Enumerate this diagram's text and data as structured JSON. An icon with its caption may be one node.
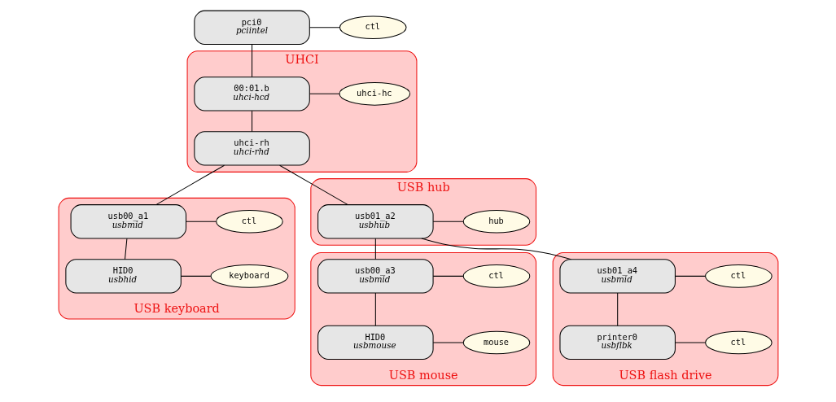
{
  "diagram": {
    "nodes": [
      {
        "text": [
          "pci0",
          "pciintel"
        ]
      },
      {
        "text": [
          "ctl"
        ]
      },
      {
        "text": [
          "UHCI"
        ]
      },
      {
        "text": [
          "00:01.b",
          "uhci-hcd"
        ],
        "in": 2
      },
      {
        "text": [
          "uhci-hc"
        ],
        "in": 2
      },
      {
        "text": [
          "uhci-rh",
          "uhci-rhd"
        ],
        "in": 2
      },
      {
        "text": [
          "USB keyboard"
        ]
      },
      {
        "text": [
          "usb00_a1",
          "usbmid"
        ],
        "in": 6
      },
      {
        "text": [
          "ctl"
        ],
        "in": 6
      },
      {
        "text": [
          "HID0",
          "usbhid"
        ],
        "in": 6
      },
      {
        "text": [
          "keyboard"
        ],
        "in": 6
      },
      {
        "text": [
          "USB hub"
        ]
      },
      {
        "text": [
          "usb01_a2",
          "usbhub"
        ],
        "in": 11
      },
      {
        "text": [
          "hub"
        ],
        "in": 11
      },
      {
        "text": [
          "USB mouse"
        ]
      },
      {
        "text": [
          "usb00_a3",
          "usbmid"
        ],
        "in": 14
      },
      {
        "text": [
          "ctl"
        ],
        "in": 14
      },
      {
        "text": [
          "HID0",
          "usbmouse"
        ],
        "in": 14
      },
      {
        "text": [
          "mouse"
        ],
        "in": 14
      },
      {
        "text": [
          "USB flash drive"
        ]
      },
      {
        "text": [
          "usb01_a4",
          "usbmid"
        ],
        "in": 19
      },
      {
        "text": [
          "ctl"
        ],
        "in": 19
      },
      {
        "text": [
          "printer0",
          "usbflbk"
        ],
        "in": 19
      },
      {
        "text": [
          "ctl"
        ],
        "in": 19
      }
    ],
    "edges": [
      {
        "from": 0,
        "to": 1,
        "arrow": "none"
      },
      {
        "from": 0,
        "to": 3,
        "arrow": "none"
      },
      {
        "from": 3,
        "to": 4,
        "arrow": "none"
      },
      {
        "from": 3,
        "to": 5,
        "arrow": "none"
      },
      {
        "from": 5,
        "to": 7,
        "arrow": "none"
      },
      {
        "from": 5,
        "to": 12,
        "arrow": "none"
      },
      {
        "from": 7,
        "to": 8,
        "arrow": "none"
      },
      {
        "from": 7,
        "to": 9,
        "arrow": "none"
      },
      {
        "from": 9,
        "to": 10,
        "arrow": "none"
      },
      {
        "from": 12,
        "to": 13,
        "arrow": "none"
      },
      {
        "from": 12,
        "to": 15,
        "arrow": "none"
      },
      {
        "from": 12,
        "to": 20,
        "arrow": "none"
      },
      {
        "from": 15,
        "to": 16,
        "arrow": "none"
      },
      {
        "from": 15,
        "to": 17,
        "arrow": "none"
      },
      {
        "from": 17,
        "to": 18,
        "arrow": "none"
      },
      {
        "from": 20,
        "to": 21,
        "arrow": "none"
      },
      {
        "from": 20,
        "to": 22,
        "arrow": "none"
      },
      {
        "from": 22,
        "to": 23,
        "arrow": "none"
      }
    ]
  }
}
